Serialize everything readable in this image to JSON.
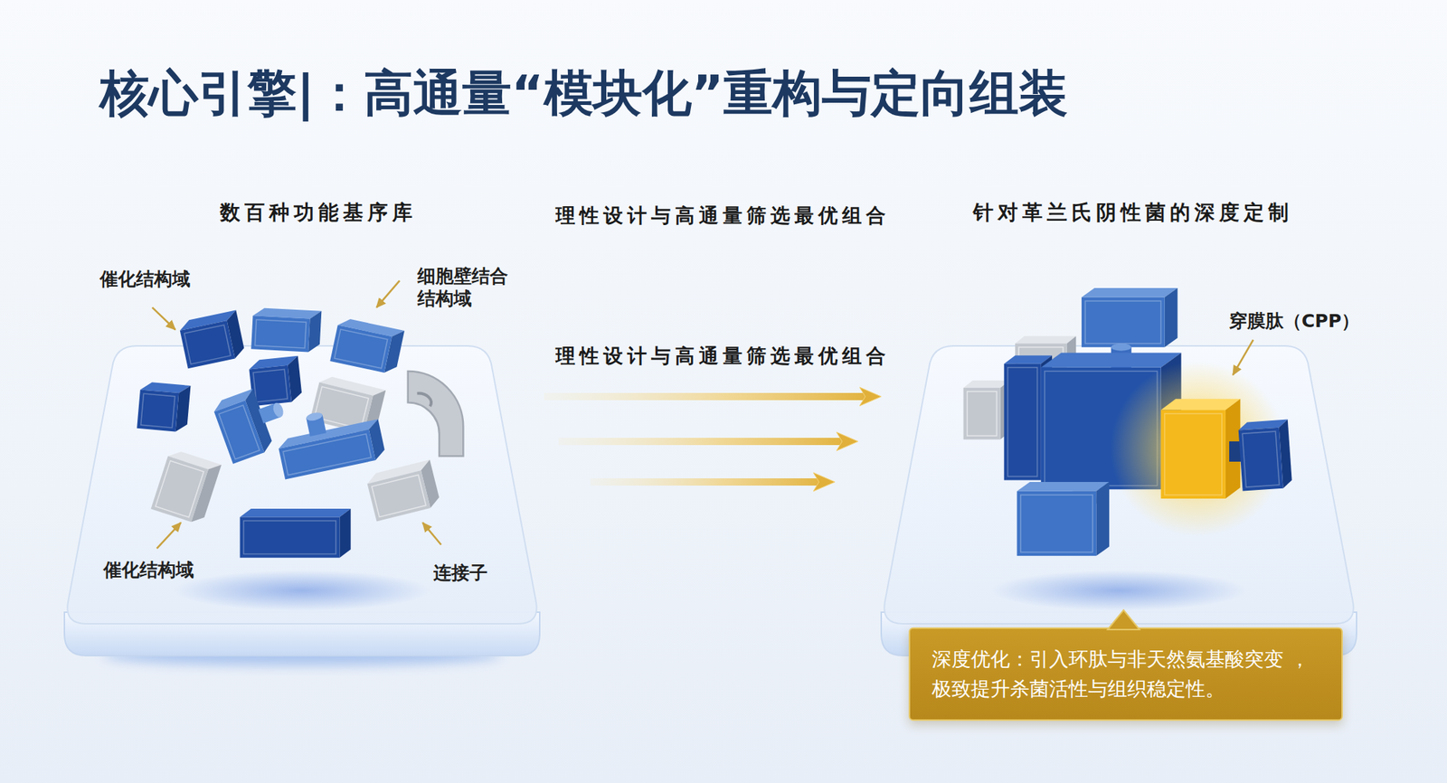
{
  "diagram": {
    "title": "核心引擎|：高通量“模块化”重构与定向组装",
    "nodes": [
      {
        "text": [
          "数百种功能基序库"
        ]
      },
      {
        "text": [
          "针对革兰氏阴性菌的深度定制"
        ]
      },
      {
        "text": [
          "深度优化：引入环肽与非天然氨基酸突变 ，极致提升杀菌活性与组织稳定性。"
        ]
      }
    ],
    "edges": [
      {
        "from": 0,
        "to": 1,
        "arrow": "to"
      },
      {
        "from": 0,
        "to": 1,
        "arrow": "to"
      },
      {
        "from": 0,
        "to": 1,
        "arrow": "to"
      }
    ],
    "labels": [
      "理性设计与高通量筛选最优组合",
      "理性设计与高通量筛选最优组合",
      "催化结构域",
      "细胞壁结合 结构域",
      "催化结构域",
      "连接子",
      "穿膜肽（CPP）"
    ]
  }
}
